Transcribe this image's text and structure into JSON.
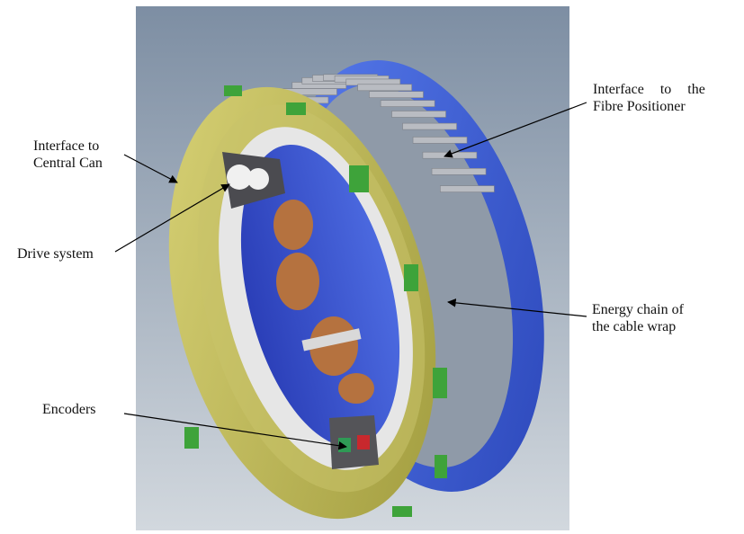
{
  "labels": {
    "interface_fibre": "Interface to the Fibre Positioner",
    "interface_fibre_line1": "Interface to the",
    "interface_fibre_line2": "Fibre Positioner",
    "interface_can_line1": "Interface to",
    "interface_can_line2": "Central Can",
    "drive_system": "Drive system",
    "energy_chain_line1": "Energy chain of",
    "energy_chain_line2": "the cable wrap",
    "encoders": "Encoders"
  },
  "colors": {
    "background_top": "#7d8ea3",
    "background_bottom": "#cfd5dc",
    "outer_ring": "#cfc85a",
    "blue_ring": "#3d5fd6",
    "inner_ring": "#e6e6e6",
    "rollers": "#b9bcc2",
    "pads": "#b5723f",
    "clips": "#3ea33a",
    "encoder_red": "#c8282d",
    "encoder_green": "#2f9a55"
  }
}
